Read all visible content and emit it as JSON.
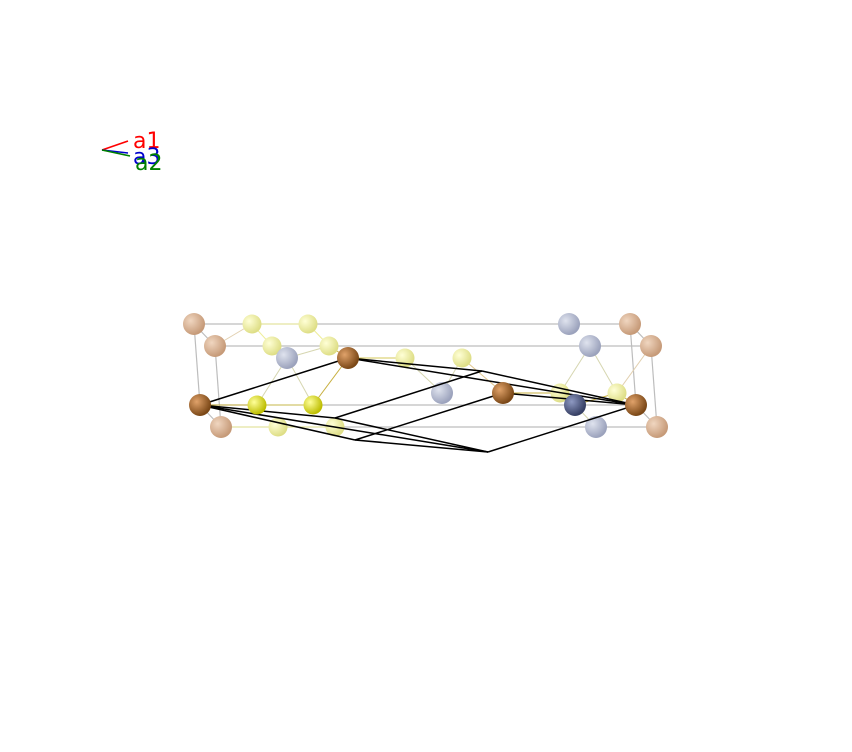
{
  "axes": {
    "a1": {
      "label": "a1",
      "color": "#ff0000"
    },
    "a2": {
      "label": "a2",
      "color": "#008000"
    },
    "a3": {
      "label": "a3",
      "color": "#0000cc"
    }
  },
  "colors": {
    "background": "#ffffff",
    "cu_atom": "#b5722f",
    "cu_atom_faded": "#d9b391",
    "s_atom": "#f2f200",
    "s_atom_faded": "#f2f28c",
    "sn_atom": "#56618c",
    "sn_atom_faded": "#b7bdd1",
    "cell_edge": "#000000",
    "box_edge": "#bdbdbd"
  }
}
